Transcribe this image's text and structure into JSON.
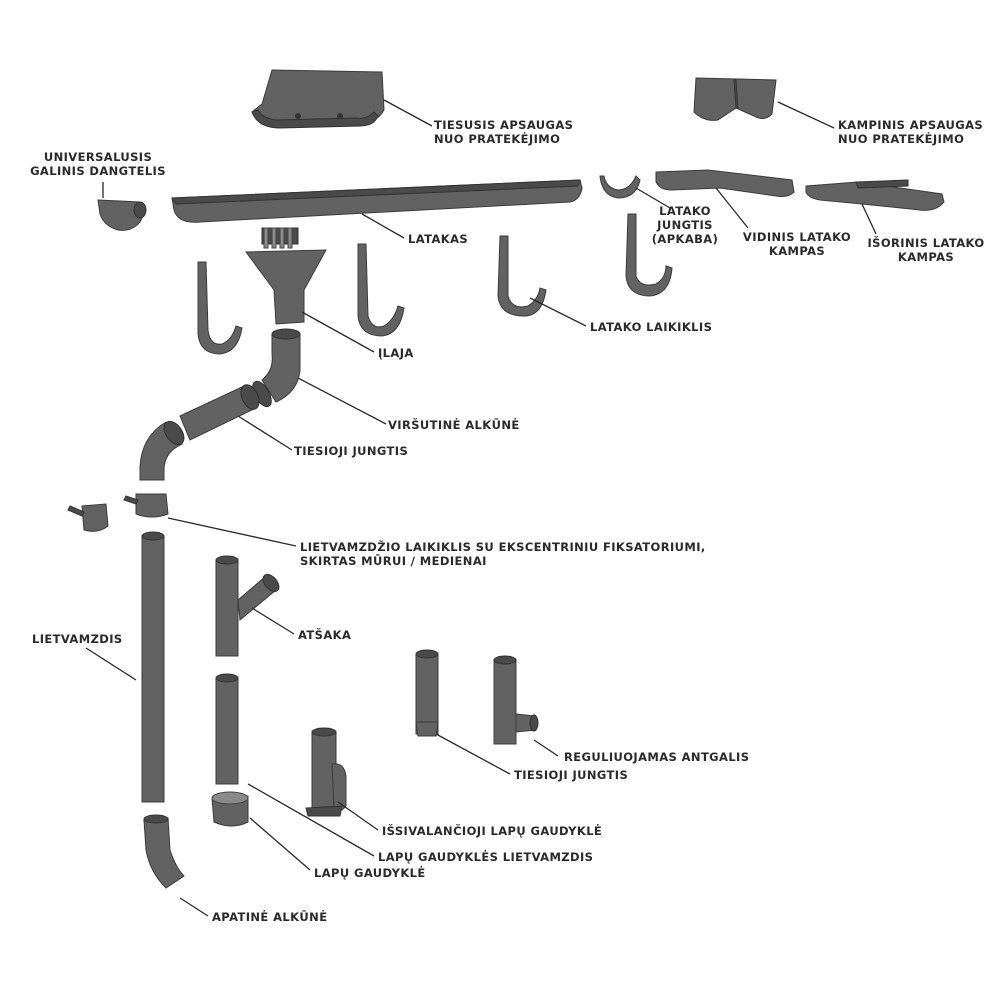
{
  "labels": {
    "end_cap": [
      "UNIVERSALUSIS",
      "GALINIS DANGTELIS"
    ],
    "straight_guard": [
      "TIESUSIS APSAUGAS",
      "NUO PRATEKĖJIMO"
    ],
    "corner_guard": [
      "KAMPINIS APSAUGAS",
      "NUO PRATEKĖJIMO"
    ],
    "gutter": "LATAKAS",
    "gutter_joint": [
      "LATAKO",
      "JUNGTIS",
      "(APKABA)"
    ],
    "inner_corner": [
      "VIDINIS LATAKO",
      "KAMPAS"
    ],
    "outer_corner": [
      "IŠORINIS LATAKO",
      "KAMPAS"
    ],
    "gutter_bracket": "LATAKO LAIKIKLIS",
    "outlet": "ĮLAJA",
    "upper_elbow": "VIRŠUTINĖ ALKŪNĖ",
    "straight_connector_top": "TIESIOJI JUNGTIS",
    "pipe_clip": [
      "LIETVAMZDŽIO LAIKIKLIS SU EKSCENTRINIU FIKSATORIUMI,",
      "SKIRTAS MŪRUI / MEDIENAI"
    ],
    "downpipe": "LIETVAMZDIS",
    "branch": "ATŠAKA",
    "adjustable_nozzle": "REGULIUOJAMAS ANTGALIS",
    "straight_connector_bottom": "TIESIOJI JUNGTIS",
    "self_cleaning_leaf_catcher": "IŠSIVALANČIOJI LAPŲ GAUDYKLĖ",
    "leaf_catcher_pipe": "LAPŲ GAUDYKLĖS LIETVAMZDIS",
    "leaf_catcher": "LAPŲ GAUDYKLĖ",
    "lower_elbow": "APATINĖ ALKŪNĖ"
  }
}
